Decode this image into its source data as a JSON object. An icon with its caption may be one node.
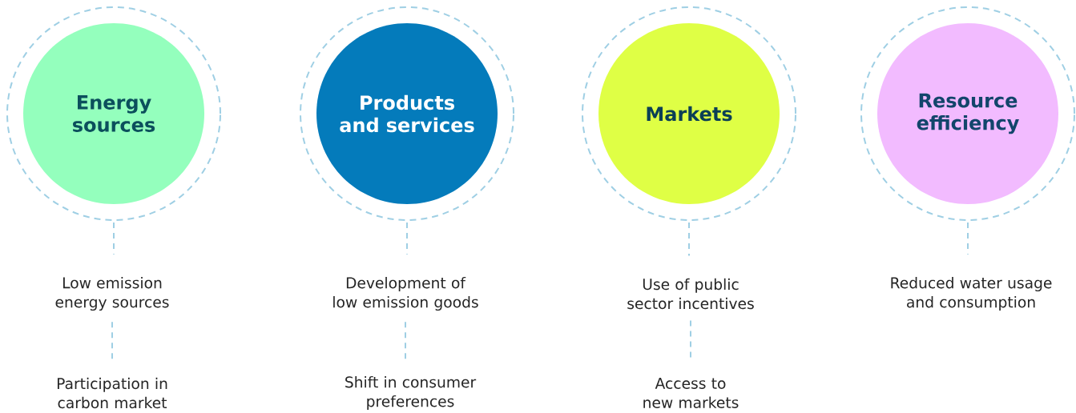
{
  "diagram": {
    "nodes": [
      {
        "text": [
          "Energy sources"
        ]
      },
      {
        "text": [
          "Low emission energy sources"
        ]
      },
      {
        "text": [
          "Participation in carbon market"
        ]
      },
      {
        "text": [
          "Products and services"
        ]
      },
      {
        "text": [
          "Development of low emission goods"
        ]
      },
      {
        "text": [
          "Shift in consumer preferences"
        ]
      },
      {
        "text": [
          "Markets"
        ]
      },
      {
        "text": [
          "Use of public sector incentives"
        ]
      },
      {
        "text": [
          "Access to new markets"
        ]
      },
      {
        "text": [
          "Resource efficiency"
        ]
      },
      {
        "text": [
          "Reduced water usage and consumption"
        ]
      }
    ],
    "edges": [
      {
        "from": 0,
        "to": 1,
        "arrow": "none",
        "style": "dashed"
      },
      {
        "from": 1,
        "to": 2,
        "arrow": "none",
        "style": "dashed"
      },
      {
        "from": 3,
        "to": 4,
        "arrow": "none",
        "style": "dashed"
      },
      {
        "from": 4,
        "to": 5,
        "arrow": "none",
        "style": "dashed"
      },
      {
        "from": 6,
        "to": 7,
        "arrow": "none",
        "style": "dashed"
      },
      {
        "from": 7,
        "to": 8,
        "arrow": "none",
        "style": "dashed"
      },
      {
        "from": 9,
        "to": 10,
        "arrow": "none",
        "style": "dashed"
      }
    ]
  }
}
